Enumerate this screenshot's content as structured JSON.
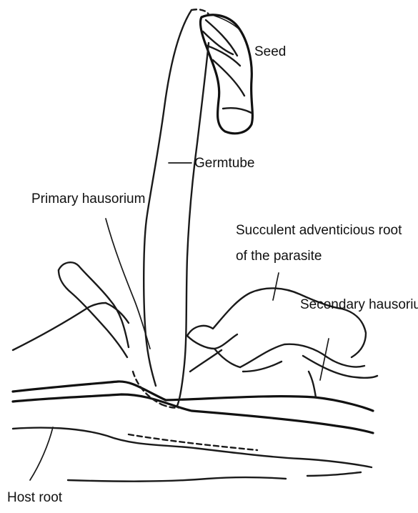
{
  "labels": {
    "seed": "Seed",
    "germtube": "Germtube",
    "primary_haustorium": "Primary hausorium",
    "succulent_root_line1": "Succulent adventicious root",
    "succulent_root_line2": "of the parasite",
    "secondary_haustorium": "Secondary hausorium",
    "host_root": "Host root"
  }
}
